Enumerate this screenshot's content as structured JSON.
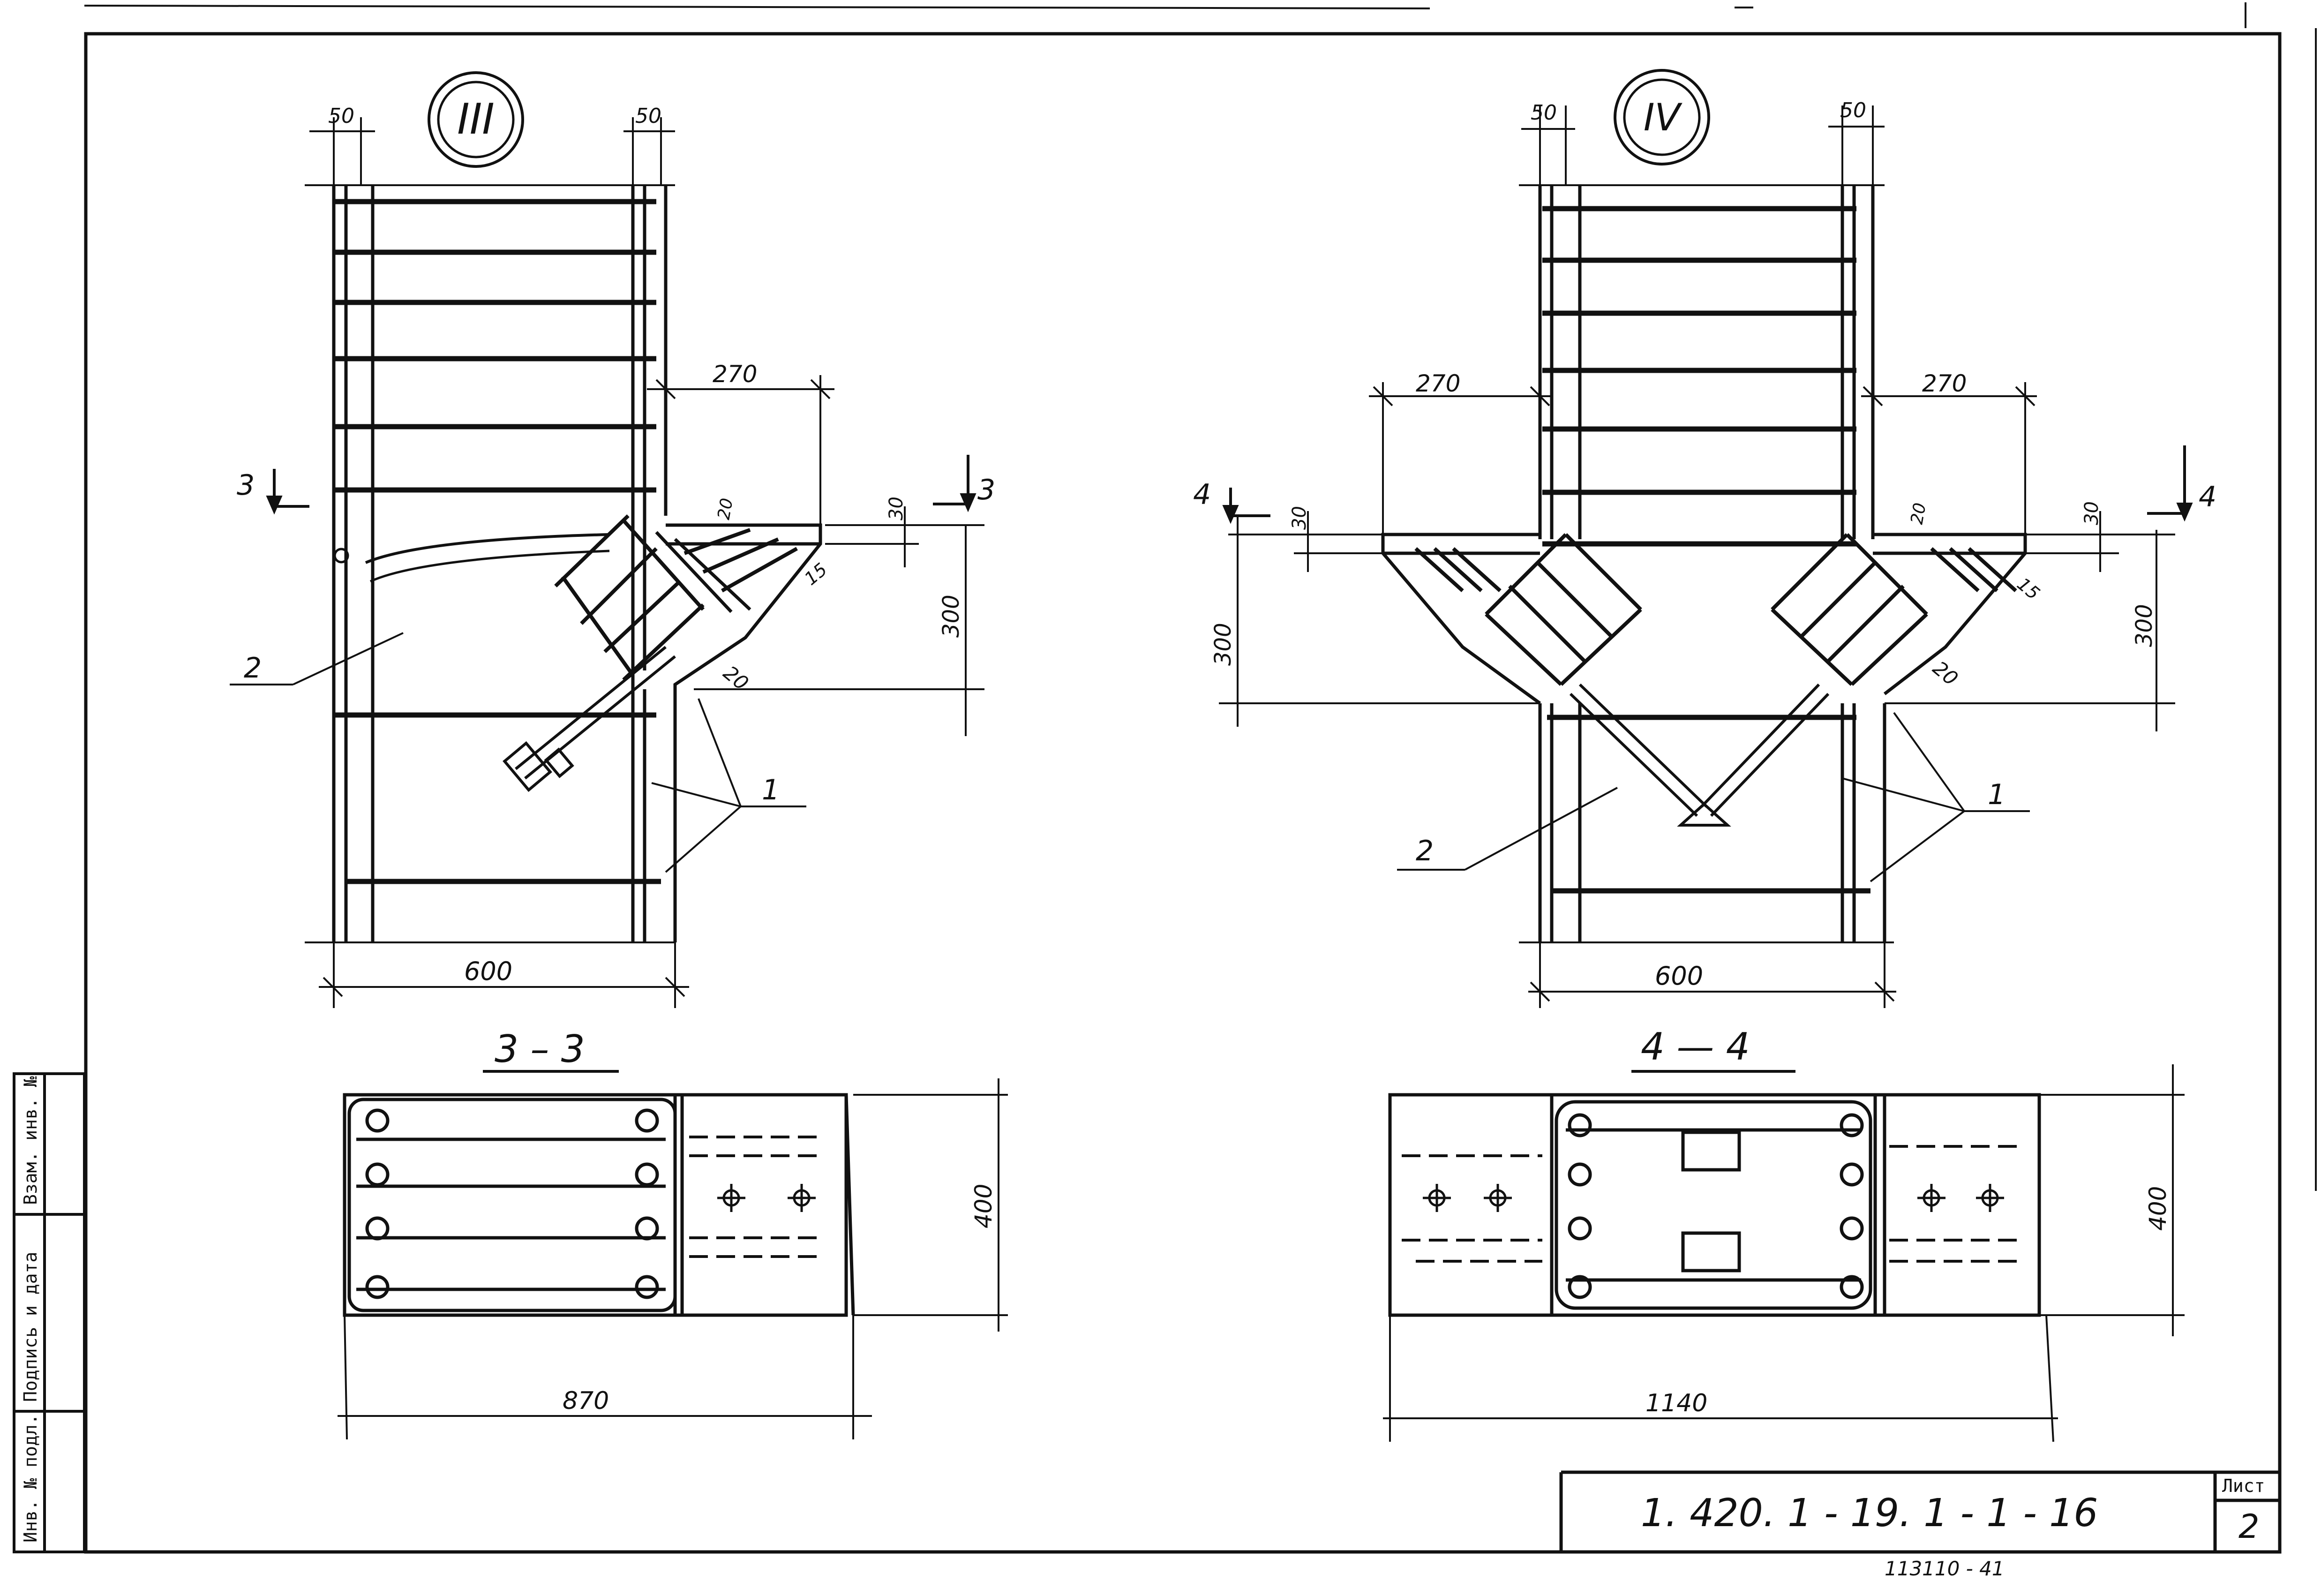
{
  "views": {
    "node_iii": {
      "marker": "III",
      "dim_left_top": "50",
      "dim_right_top": "50",
      "dim_bracket_width": "270",
      "dim_bracket_thk": "30",
      "dim_bracket_height": "300",
      "dim_plate_a": "20",
      "dim_plate_b": "15",
      "dim_plate_c": "20",
      "dim_width": "600",
      "callout_1": "1",
      "callout_2": "2",
      "cut_left": "3",
      "cut_right": "3"
    },
    "node_iv": {
      "marker": "IV",
      "dim_left_top": "50",
      "dim_right_top": "50",
      "dim_bracket_width_left": "270",
      "dim_bracket_width_right": "270",
      "dim_bracket_thk_left": "30",
      "dim_bracket_thk_right": "30",
      "dim_bracket_height_left": "300",
      "dim_bracket_height_right": "300",
      "dim_plate_a": "20",
      "dim_plate_b": "15",
      "dim_plate_c": "20",
      "dim_width": "600",
      "callout_1": "1",
      "callout_2": "2",
      "cut_left": "4",
      "cut_right": "4"
    }
  },
  "sections": {
    "s33": {
      "title": "3 – 3",
      "dim_height": "400",
      "dim_width": "870"
    },
    "s44": {
      "title": "4 — 4",
      "dim_height": "400",
      "dim_width": "1140"
    }
  },
  "side_stamp": {
    "col1": "Инв. № подл.",
    "col2": "Подпись и дата",
    "col3": "Взам. инв. №"
  },
  "title_block": {
    "code": "1. 420. 1 - 19. 1 - 1 - 16",
    "sheet_label": "Лист",
    "sheet_number": "2",
    "bottom_note": "113110 - 41"
  }
}
